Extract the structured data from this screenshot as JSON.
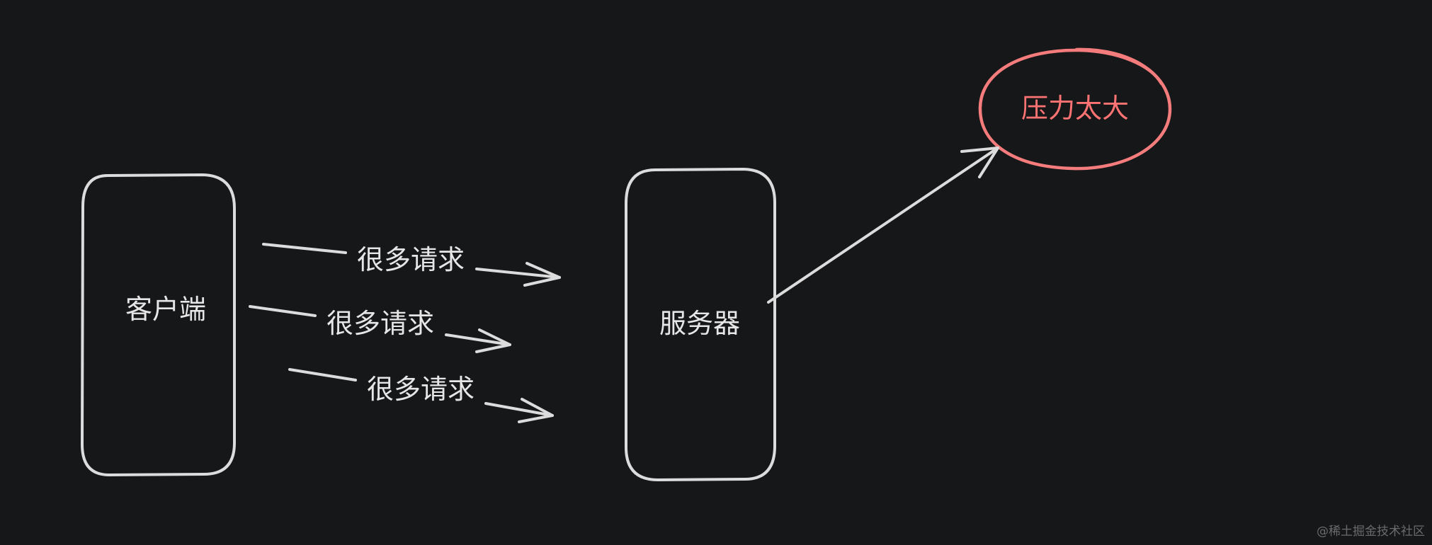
{
  "nodes": {
    "client": {
      "label": "客户端"
    },
    "server": {
      "label": "服务器"
    },
    "pressure": {
      "label": "压力太大"
    }
  },
  "edges": [
    {
      "label": "很多请求"
    },
    {
      "label": "很多请求"
    },
    {
      "label": "很多请求"
    }
  ],
  "watermark": "@稀土掘金技术社区",
  "colors": {
    "background": "#161719",
    "stroke": "#dcdcdc",
    "alert": "#f47c7c",
    "alert_text": "#ff7373"
  }
}
